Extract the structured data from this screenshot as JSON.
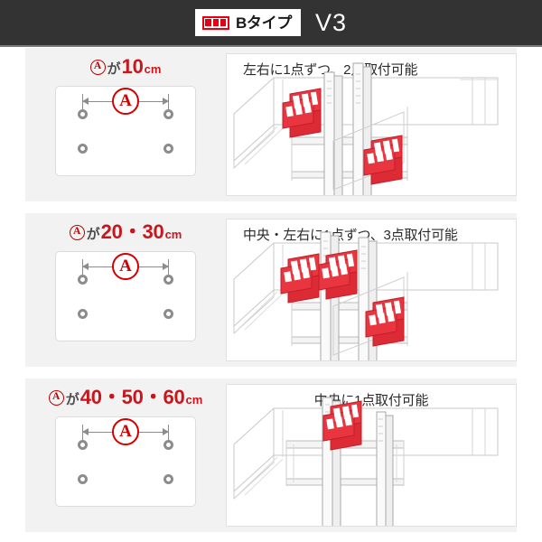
{
  "header": {
    "badge_icon_name": "three-segment-bracket-icon",
    "badge_text": "Bタイプ",
    "version": "V3"
  },
  "rows": [
    {
      "label": {
        "marker": "A",
        "particle": "が",
        "value": "10",
        "unit": "cm"
      },
      "diagram": {
        "marker": "A",
        "holes": 4
      },
      "caption": "左右に1点ずつ、2点取付可能",
      "caption_align": "left",
      "bracket_count": 2
    },
    {
      "label": {
        "marker": "A",
        "particle": "が",
        "value": "20・30",
        "unit": "cm"
      },
      "diagram": {
        "marker": "A",
        "holes": 4
      },
      "caption": "中央・左右に1点ずつ、3点取付可能",
      "caption_align": "left",
      "bracket_count": 3
    },
    {
      "label": {
        "marker": "A",
        "particle": "が",
        "value": "40・50・60",
        "unit": "cm"
      },
      "diagram": {
        "marker": "A",
        "holes": 4
      },
      "caption": "中央に1点取付可能",
      "caption_align": "center",
      "bracket_count": 1
    }
  ],
  "colors": {
    "header_bg": "#333333",
    "accent_red": "#e60012",
    "text_red": "#c8161d",
    "row_bg": "#f2f2f2",
    "panel_bg": "#ffffff",
    "hole_gray": "#8c8c8c"
  }
}
